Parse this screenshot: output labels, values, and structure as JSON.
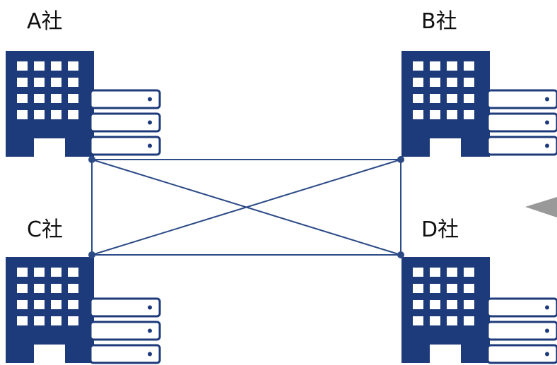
{
  "companies": {
    "a": {
      "label": "A社"
    },
    "b": {
      "label": "B社"
    },
    "c": {
      "label": "C社"
    },
    "d": {
      "label": "D社"
    }
  },
  "colors": {
    "navy": "#1d3a7a",
    "line": "#2b4a86",
    "background": "#ffffff",
    "arrow": "#999999"
  },
  "icons": {
    "building": "office-building-icon",
    "server": "server-rack-icon"
  }
}
